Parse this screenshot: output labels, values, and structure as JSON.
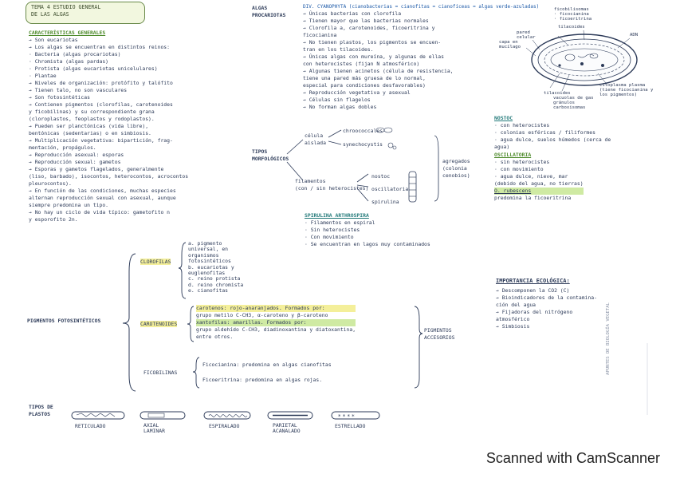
{
  "title": [
    "TEMA 4 ESTUDIO GENERAL",
    "DE LAS ALGAS"
  ],
  "left": {
    "heading": "CARACTERÍSTICAS GENERALES",
    "lines": [
      "→ Son eucariotas",
      "→ Los algas se encuentran en distintos reinos:",
      "    · Bacteria (algas procariotas)",
      "    · Chromista (algas pardas)",
      "    · Protista (algas eucariotas unicelulares)",
      "    · Plantae",
      "→ Niveles de organización: protófito y talófito",
      "→ Tienen talo, no son vasculares",
      "→ Son fotosintéticas",
      "→ Contienen pigmentos (clorofilas, carotenoides",
      "    y ficobilinas) y su correspondiente grana",
      "    (cloroplastos, feoplastos y rodoplastos).",
      "→ Pueden ser planctónicas (vida libre),",
      "    bentónicas (sedentarias) o en simbiosis.",
      "→ Multiplicación vegetativa: bipartición, frag-",
      "    mentación, propágulos.",
      "→ Reproducción asexual: esporas",
      "→ Reproducción sexual: gametos",
      "→ Esporas y gametos flagelados, generalmente",
      "    (liso, barbado), isocontos, heterocontos, acrocontos",
      "    pleurocontos).",
      "→ En función de las condiciones, muchas especies",
      "    alternan reproducción sexual con asexual, aunque",
      "    siempre predomina un tipo.",
      "→ No hay un ciclo de vida típico: gametofito n",
      "    y esporofito 2n."
    ]
  },
  "pigments": {
    "label": "PIGMENTOS FOTOSINTÉTICOS",
    "clorofilas_label": "CLOROFILAS",
    "clorofilas_items": [
      "a. pigmento",
      "universal, en",
      "organismos",
      "fotosintéticos",
      "b. eucariotas y",
      "euglenofitas",
      "c. reino protista",
      "d. reino chromista",
      "e. cianofitas"
    ],
    "carotenoides_label": "CAROTENOIDES",
    "carotenoides_items": [
      "carotenos: rojo-anaranjados. Formados por:",
      "grupo metilo C-CH3, α-caroteno y β-caroteno",
      "xantofilas: amarillas. Formados por:",
      "grupo aldehído C-CH3, diadinoxantina y diatoxantina,",
      "entre otros."
    ],
    "secondary_label": [
      "PIGMENTOS",
      "ACCESORIOS"
    ],
    "ficobilinas_label": "FICOBILINAS",
    "ficobilinas_items": [
      "Ficocianina: predomina en algas cianofitas",
      "Ficoeritrina: predomina en algas rojas."
    ]
  },
  "plastos": {
    "label": [
      "TIPOS DE",
      "PLASTOS"
    ],
    "items": [
      "RETICULADO",
      "AXIAL LAMINAR",
      "ESPIRALADO",
      "PARIETAL ACANALADO",
      "ESTRELLADO"
    ]
  },
  "algas_proc": {
    "label": [
      "ALGAS",
      "PROCARIOTAS"
    ],
    "heading": "DIV. CYANOPHYTA (cianobacterias = cianofitas = cianofíceas = algas verde-azuladas)",
    "lines": [
      "→ Únicas bacterias con clorofila",
      "→ Tienen mayor que las bacterias normales",
      "→ Clorofila a, carotenoides, ficoeritrina y",
      "    ficocianina",
      "→ No tienen plastos, los pigmentos se encuen-",
      "    tran en los tilacoides.",
      "→ Únicas algas con mureína, y algunas de ellas",
      "    con heterocistes (fijan N atmosférico)",
      "→ Algunas tienen acinetos (célula de resistencia,",
      "    tiene una pared más gruesa de lo normal,",
      "    especial para condiciones desfavorables)",
      "→ Reproducción vegetativa y asexual",
      "→ Células sin flagelos",
      "→ No forman algas dobles"
    ]
  },
  "cell": {
    "labels": [
      "ficobilisomas",
      "· ficocianina",
      "· ficoeritrina",
      "tilacoides",
      "pared celular",
      "ADN",
      "capa en mucílago",
      "tilacoides",
      "vacuolas de gas",
      "gránulos",
      "carboxisomas",
      "citoplasma plasma",
      "(tiene ficocianina y",
      "los pigmentos)"
    ]
  },
  "tipos": {
    "label": [
      "TIPOS",
      "MORFOLÓGICOS"
    ],
    "celula": [
      "célula",
      "aislada"
    ],
    "coccos": [
      "chroococcales",
      "synechocystis"
    ],
    "filamento": [
      "filamentos",
      "(con / sin heterocistes)"
    ],
    "fil_items": [
      "nostoc",
      "oscillatoria",
      "spirulina"
    ],
    "agregado": [
      "agregados",
      "(colonia",
      "cenobios)"
    ]
  },
  "spirulina": {
    "heading": "SPIRULINA ARTHROSPIRA",
    "lines": [
      "· Filamentos en espiral",
      "· Sin heterocistes",
      "· Con movimiento",
      "· Se encuentran en lagos muy contaminados"
    ]
  },
  "nostoc": {
    "heading": "NOSTOC",
    "lines": [
      "· con heterocistes",
      "· colonias esféricas / filiformes",
      "· agua dulce, suelos húmedos (cerca de",
      "                                     agua)"
    ]
  },
  "oscillatoria": {
    "heading": "OSCILLATORIA",
    "lines": [
      "· sin heterocistes",
      "· con movimiento",
      "· agua dulce, nieve, mar",
      "  (debido del agua, no tierras)",
      "O. rubescens",
      "predomina la ficoeritrina"
    ]
  },
  "importancia": {
    "heading": "IMPORTANCIA ECOLÓGICA:",
    "lines": [
      "→ Descomponen la CO2 (C)",
      "→ Bioindicadores de la contamina-",
      "    ción del agua",
      "→ Fijadoras del nitrógeno",
      "    atmosférico",
      "→ Simbiosis"
    ]
  },
  "side_note": "APUNTES DE BIOLOGÍA VEGETAL",
  "footer": "Scanned with CamScanner",
  "colors": {
    "ink": "#2c3a58",
    "green": "#4d8a2a",
    "teal": "#237a7a",
    "yellow": "#f4ef9a"
  }
}
